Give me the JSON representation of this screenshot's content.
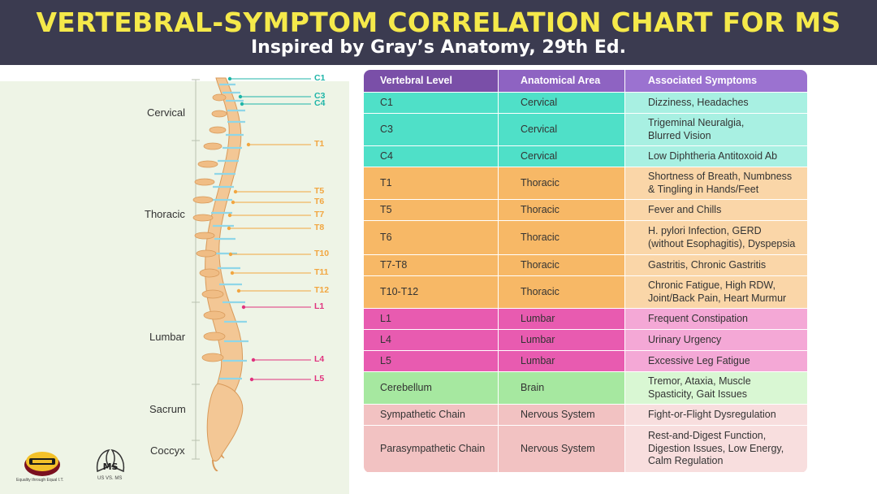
{
  "header": {
    "title": "VERTEBRAL-SYMPTOM CORRELATION CHART FOR MS",
    "subtitle": "Inspired by Gray’s Anatomy, 29th Ed."
  },
  "regions": {
    "cervical": "Cervical",
    "thoracic": "Thoracic",
    "lumbar": "Lumbar",
    "sacrum": "Sacrum",
    "coccyx": "Coccyx"
  },
  "spine_levels": [
    {
      "label": "C1",
      "color": "#1fb5a8"
    },
    {
      "label": "C3",
      "color": "#1fb5a8"
    },
    {
      "label": "C4",
      "color": "#1fb5a8"
    },
    {
      "label": "T1",
      "color": "#f2a640"
    },
    {
      "label": "T5",
      "color": "#f2a640"
    },
    {
      "label": "T6",
      "color": "#f2a640"
    },
    {
      "label": "T7",
      "color": "#f2a640"
    },
    {
      "label": "T8",
      "color": "#f2a640"
    },
    {
      "label": "T10",
      "color": "#f2a640"
    },
    {
      "label": "T11",
      "color": "#f2a640"
    },
    {
      "label": "T12",
      "color": "#f2a640"
    },
    {
      "label": "L1",
      "color": "#e0327e"
    },
    {
      "label": "L4",
      "color": "#e0327e"
    },
    {
      "label": "L5",
      "color": "#e0327e"
    }
  ],
  "table": {
    "headers": [
      "Vertebral Level",
      "Anatomical Area",
      "Associated Symptoms"
    ],
    "header_colors": [
      "#7a4fa8",
      "#8e63c2",
      "#9b72d0"
    ],
    "rows": [
      {
        "level": "C1",
        "area": "Cervical",
        "symptoms": [
          "Dizziness, Headaches"
        ],
        "group": "cervical"
      },
      {
        "level": "C3",
        "area": "Cervical",
        "symptoms": [
          "Trigeminal Neuralgia,",
          "Blurred Vision"
        ],
        "group": "cervical"
      },
      {
        "level": "C4",
        "area": "Cervical",
        "symptoms": [
          "Low Diphtheria Antitoxoid Ab"
        ],
        "group": "cervical"
      },
      {
        "level": "T1",
        "area": "Thoracic",
        "symptoms": [
          "Shortness of Breath, Numbness",
          "& Tingling in Hands/Feet"
        ],
        "group": "thoracic"
      },
      {
        "level": "T5",
        "area": "Thoracic",
        "symptoms": [
          "Fever and Chills"
        ],
        "group": "thoracic"
      },
      {
        "level": "T6",
        "area": "Thoracic",
        "symptoms": [
          "H. pylori Infection, GERD",
          "(without Esophagitis), Dyspepsia"
        ],
        "group": "thoracic"
      },
      {
        "level": "T7-T8",
        "area": "Thoracic",
        "symptoms": [
          "Gastritis, Chronic Gastritis"
        ],
        "group": "thoracic"
      },
      {
        "level": "T10-T12",
        "area": "Thoracic",
        "symptoms": [
          "Chronic Fatigue, High RDW,",
          "Joint/Back Pain, Heart Murmur"
        ],
        "group": "thoracic"
      },
      {
        "level": "L1",
        "area": "Lumbar",
        "symptoms": [
          "Frequent Constipation"
        ],
        "group": "lumbar"
      },
      {
        "level": "L4",
        "area": "Lumbar",
        "symptoms": [
          "Urinary Urgency"
        ],
        "group": "lumbar"
      },
      {
        "level": "L5",
        "area": "Lumbar",
        "symptoms": [
          "Excessive Leg Fatigue"
        ],
        "group": "lumbar"
      },
      {
        "level": "Cerebellum",
        "area": "Brain",
        "symptoms": [
          "Tremor, Ataxia, Muscle",
          "Spasticity, Gait Issues"
        ],
        "group": "brain"
      },
      {
        "level": "Sympathetic Chain",
        "area": "Nervous System",
        "symptoms": [
          "Fight-or-Flight Dysregulation"
        ],
        "group": "nervous"
      },
      {
        "level": "Parasympathetic Chain",
        "area": "Nervous System",
        "symptoms": [
          "Rest-and-Digest Function,",
          "Digestion Issues, Low Energy,",
          "Calm Regulation"
        ],
        "group": "nervous"
      }
    ],
    "group_colors": {
      "cervical": {
        "dark": "#4fe0c8",
        "light": "#a8f0e2"
      },
      "thoracic": {
        "dark": "#f7b866",
        "light": "#fad6a8"
      },
      "lumbar": {
        "dark": "#e85bb0",
        "light": "#f4a8d6"
      },
      "brain": {
        "dark": "#a6e8a0",
        "light": "#d9f7d3"
      },
      "nervous": {
        "dark": "#f2c2c2",
        "light": "#f8dede"
      }
    }
  },
  "logos": {
    "logo1_caption": "Equality through Equal I.T.",
    "logo2_caption": "US VS. MS"
  }
}
